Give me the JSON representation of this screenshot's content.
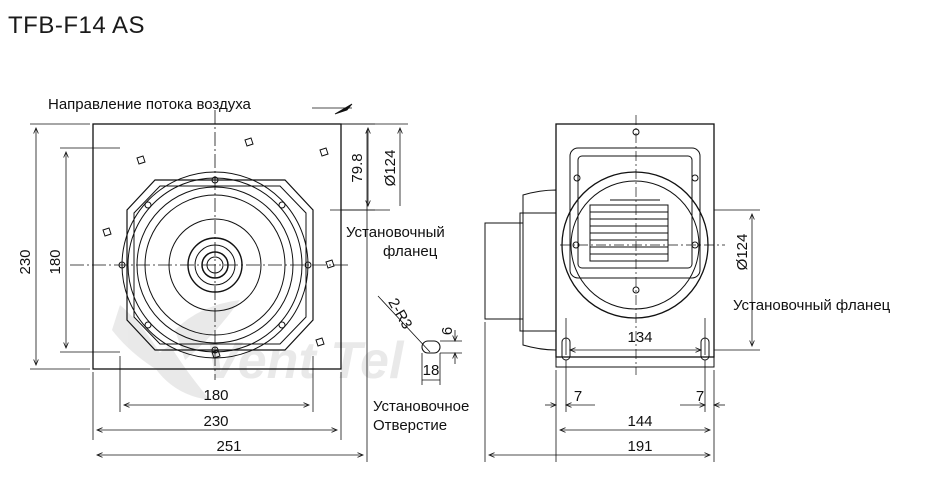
{
  "title": "TFB-F14 AS",
  "labels": {
    "airflow": "Направление потока воздуха",
    "mount_flange_left_1": "Установочный",
    "mount_flange_left_2": "фланец",
    "mount_flange_right": "Установочный фланец",
    "mount_hole_1": "Установочное",
    "mount_hole_2": "Отверстие"
  },
  "dimensions": {
    "height_230": "230",
    "height_180": "180",
    "offset_79_8": "79.8",
    "dia_124_left": "Ø124",
    "radius": "2-R3",
    "slot_6": "6",
    "slot_18": "18",
    "width_180": "180",
    "width_230": "230",
    "width_251": "251",
    "dia_124_right": "Ø124",
    "width_134": "134",
    "offset_7_left": "7",
    "offset_7_right": "7",
    "width_144": "144",
    "width_191": "191"
  },
  "watermark": "Vent Tel"
}
